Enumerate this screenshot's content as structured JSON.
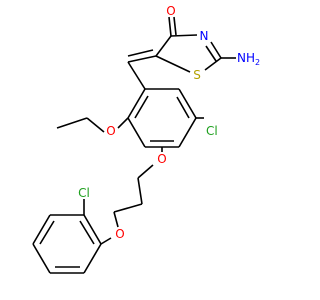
{
  "molecule": {
    "atoms": {
      "o_carbonyl": "O",
      "n_ring": "N",
      "s_ring": "S",
      "nh2": "NH",
      "nh2_sub": "2",
      "o_ethoxy": "O",
      "cl_ring": "Cl",
      "o_ether_upper": "O",
      "o_ether_lower": "O",
      "cl_lower": "Cl"
    },
    "colors": {
      "bond": "#000000",
      "oxygen": "#ff0000",
      "nitrogen": "#0000ff",
      "sulfur": "#b3a100",
      "chlorine": "#1fa01f"
    }
  }
}
